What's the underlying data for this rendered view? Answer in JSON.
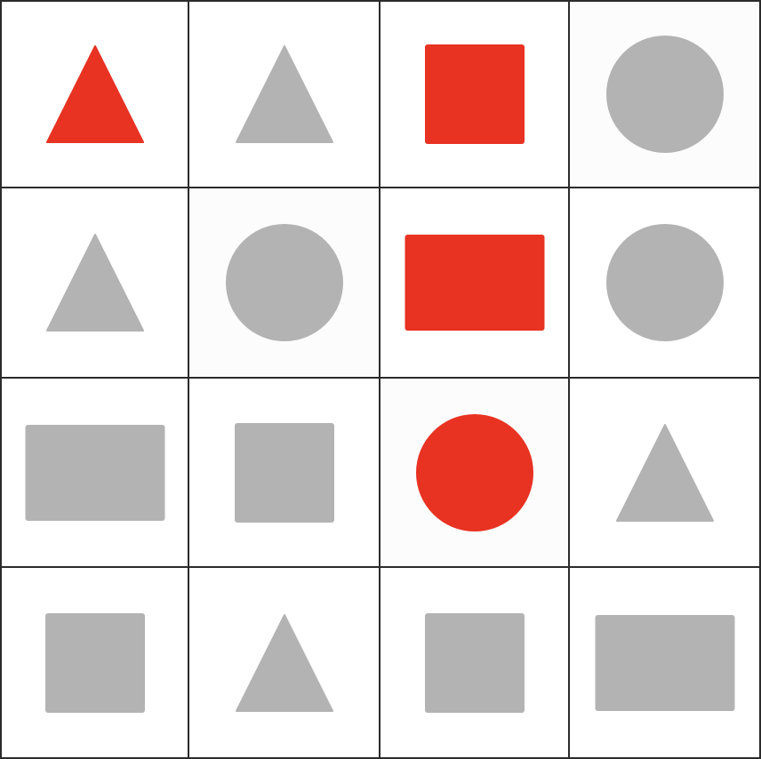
{
  "colors": {
    "red": "#e83222",
    "gray": "#b3b3b3",
    "grid_line": "#2b2b2b",
    "background": "#ffffff"
  },
  "grid": {
    "rows": 4,
    "cols": 4,
    "cells": [
      [
        {
          "shape": "triangle",
          "color": "red"
        },
        {
          "shape": "triangle",
          "color": "gray"
        },
        {
          "shape": "square",
          "color": "red"
        },
        {
          "shape": "circle",
          "color": "gray"
        }
      ],
      [
        {
          "shape": "triangle",
          "color": "gray"
        },
        {
          "shape": "circle",
          "color": "gray"
        },
        {
          "shape": "rectangle",
          "color": "red"
        },
        {
          "shape": "circle",
          "color": "gray"
        }
      ],
      [
        {
          "shape": "rectangle",
          "color": "gray"
        },
        {
          "shape": "square",
          "color": "gray"
        },
        {
          "shape": "circle",
          "color": "red"
        },
        {
          "shape": "triangle",
          "color": "gray"
        }
      ],
      [
        {
          "shape": "square",
          "color": "gray"
        },
        {
          "shape": "triangle",
          "color": "gray"
        },
        {
          "shape": "square",
          "color": "gray"
        },
        {
          "shape": "rectangle",
          "color": "gray"
        }
      ]
    ]
  }
}
